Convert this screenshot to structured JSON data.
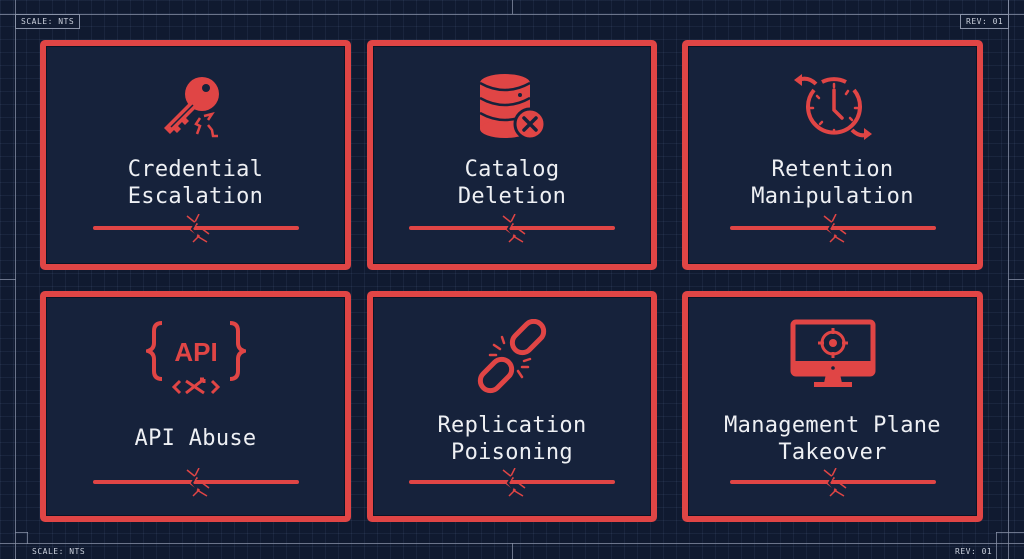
{
  "frame": {
    "top_left_label": "SCALE: NTS",
    "top_right_label": "REV: 01",
    "bottom_left_label": "SCALE: NTS",
    "bottom_right_label": "REV: 01"
  },
  "colors": {
    "background": "#101a30",
    "card_fill": "#16223b",
    "accent_red": "#e04545",
    "text": "#eef0f4",
    "frame_line": "#8a93a8"
  },
  "cards": [
    {
      "title": "Credential\nEscalation",
      "icon": "broken-key-icon"
    },
    {
      "title": "Catalog\nDeletion",
      "icon": "database-delete-icon"
    },
    {
      "title": "Retention\nManipulation",
      "icon": "clock-cycle-icon"
    },
    {
      "title": "API Abuse",
      "icon": "api-braces-icon"
    },
    {
      "title": "Replication\nPoisoning",
      "icon": "broken-chain-icon"
    },
    {
      "title": "Management Plane\nTakeover",
      "icon": "monitor-target-icon"
    }
  ]
}
